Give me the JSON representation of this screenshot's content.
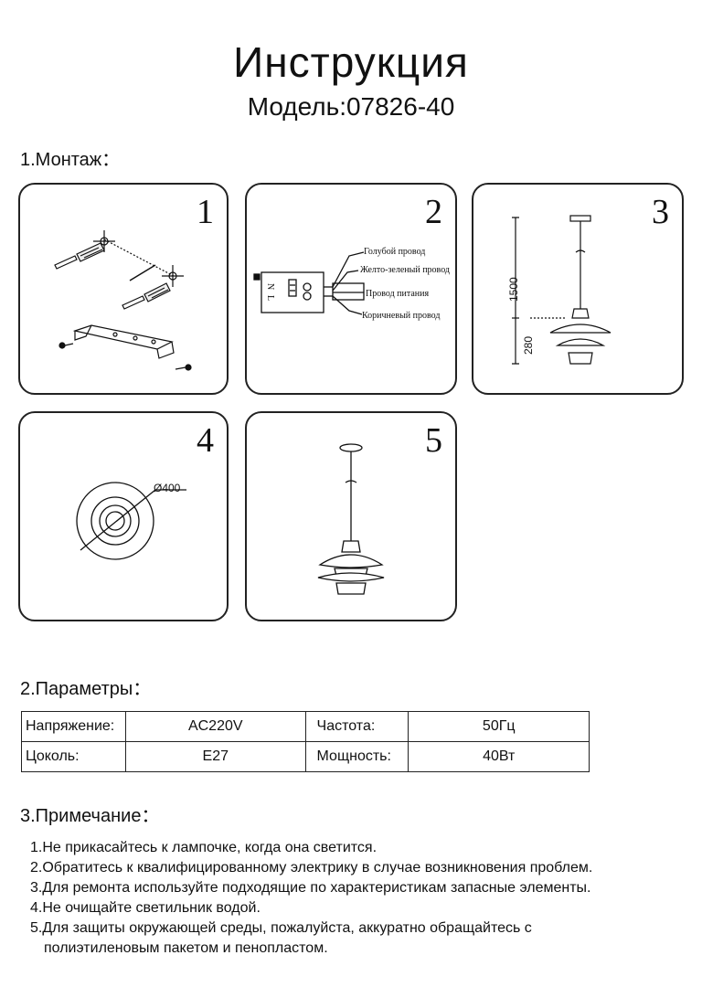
{
  "header": {
    "title": "Инструкция",
    "model": "Модель:07826-40"
  },
  "mounting": {
    "heading": "1.Монтаж：",
    "steps": [
      {
        "number": "1"
      },
      {
        "number": "2",
        "wires": [
          "Голубой провод",
          "Желто-зеленый провод",
          "Провод питания",
          "Коричневый провод"
        ],
        "terminals": [
          "N",
          "L"
        ]
      },
      {
        "number": "3",
        "dimensions": [
          "1500",
          "280"
        ]
      },
      {
        "number": "4",
        "diameter": "Ø400"
      },
      {
        "number": "5"
      }
    ]
  },
  "parameters": {
    "heading": "2.Параметры：",
    "rows": [
      [
        "Напряжение:",
        "AC220V",
        "Частота:",
        "50Гц"
      ],
      [
        "Цоколь:",
        "E27",
        "Мощность:",
        "40Вт"
      ]
    ]
  },
  "notes": {
    "heading": "3.Примечание：",
    "items": [
      "1.Не прикасайтесь к лампочке, когда она светится.",
      "2.Обратитесь к квалифицированному электрику в случае возникновения проблем.",
      "3.Для ремонта используйте подходящие по характеристикам запасные элементы.",
      "4.Не очищайте светильник водой.",
      "5.Для защиты окружающей среды, пожалуйста, аккуратно обращайтесь с",
      "полиэтиленовым пакетом и пенопластом."
    ]
  }
}
